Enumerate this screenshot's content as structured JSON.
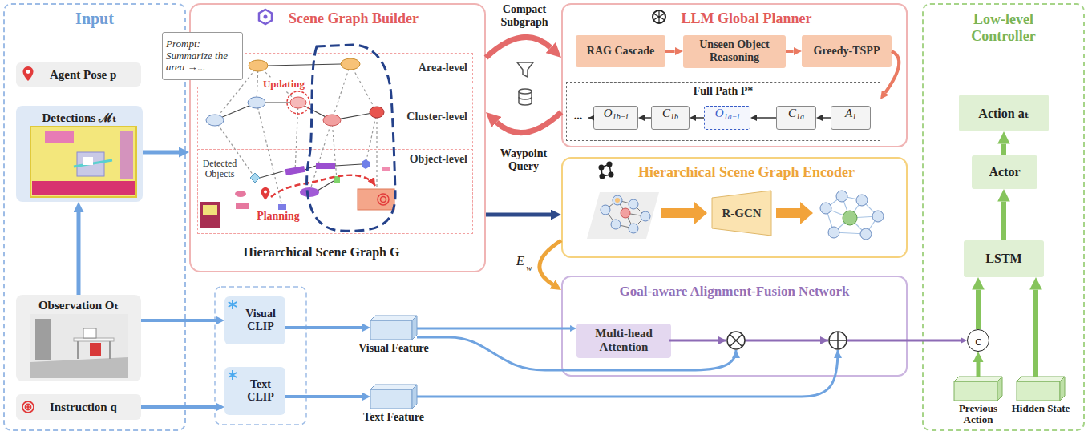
{
  "diagram": {
    "nodes": [
      {
        "text": [
          "Input"
        ]
      },
      {
        "text": [
          "Agent Pose p"
        ],
        "in": 0
      },
      {
        "text": [
          "Detections ℳₜ"
        ],
        "in": 0
      },
      {
        "text": [
          "Observation Oₜ"
        ],
        "in": 0
      },
      {
        "text": [
          "Instruction q"
        ],
        "in": 0
      },
      {
        "text": [
          "Scene Graph Builder"
        ]
      },
      {
        "text": [
          "Area-level"
        ],
        "in": 5
      },
      {
        "text": [
          "Cluster-level"
        ],
        "in": 5
      },
      {
        "text": [
          "Object-level"
        ],
        "in": 5
      },
      {
        "text": [
          "Prompt: Summarize the area →..."
        ]
      },
      {
        "text": [
          "LLM Global Planner"
        ]
      },
      {
        "text": [
          "RAG Cascade"
        ],
        "in": 10
      },
      {
        "text": [
          "Unseen Object Reasoning"
        ],
        "in": 10
      },
      {
        "text": [
          "Greedy-TSPP"
        ],
        "in": 10
      },
      {
        "text": [
          "Full Path P*"
        ],
        "in": 10
      },
      {
        "text": [
          "O",
          "1b−i"
        ],
        "in": 14
      },
      {
        "text": [
          "C",
          "1b"
        ],
        "in": 14
      },
      {
        "text": [
          "O",
          "1a−i"
        ],
        "in": 14
      },
      {
        "text": [
          "C",
          "1a"
        ],
        "in": 14
      },
      {
        "text": [
          "A",
          "1"
        ],
        "in": 14
      },
      {
        "text": [
          "Hierarchical Scene Graph Encoder"
        ]
      },
      {
        "text": [
          "R-GCN"
        ],
        "in": 20
      },
      {
        "text": [
          "Goal-aware Alignment-Fusion Network"
        ]
      },
      {
        "text": [
          "Multi-head Attention"
        ],
        "in": 22
      },
      {
        "text": [
          "Low-level Controller"
        ]
      },
      {
        "text": [
          "Action aₜ"
        ],
        "in": 24
      },
      {
        "text": [
          "Actor"
        ],
        "in": 24
      },
      {
        "text": [
          "LSTM"
        ],
        "in": 24
      },
      {
        "text": [
          "c"
        ],
        "in": 24
      },
      {
        "text": [
          "Previous Action"
        ],
        "in": 24
      },
      {
        "text": [
          "Hidden State"
        ],
        "in": 24
      },
      {
        "text": [
          "Visual CLIP"
        ]
      },
      {
        "text": [
          "Text CLIP"
        ]
      },
      {
        "text": [
          "Visual Feature"
        ]
      },
      {
        "text": [
          "Text Feature"
        ]
      }
    ],
    "edges": [
      {
        "from": 2,
        "to": 5,
        "arrow": "to"
      },
      {
        "from": 3,
        "to": 2,
        "arrow": "to"
      },
      {
        "from": 3,
        "to": 31,
        "arrow": "to"
      },
      {
        "from": 4,
        "to": 32,
        "arrow": "to"
      },
      {
        "from": 31,
        "to": 33,
        "arrow": "to"
      },
      {
        "from": 32,
        "to": 34,
        "arrow": "to"
      },
      {
        "from": 33,
        "to": 23,
        "arrow": "to"
      },
      {
        "from": 5,
        "to": 10,
        "label": "Compact Subgraph",
        "arrow": "to"
      },
      {
        "from": 10,
        "to": 5,
        "label": "Waypoint Query",
        "arrow": "to"
      },
      {
        "from": 11,
        "to": 12,
        "arrow": "to"
      },
      {
        "from": 12,
        "to": 13,
        "arrow": "to"
      },
      {
        "from": 13,
        "to": 14,
        "arrow": "to"
      },
      {
        "from": 19,
        "to": 18,
        "arrow": "to"
      },
      {
        "from": 18,
        "to": 17,
        "arrow": "to"
      },
      {
        "from": 17,
        "to": 16,
        "arrow": "to"
      },
      {
        "from": 16,
        "to": 15,
        "arrow": "to"
      },
      {
        "from": 5,
        "to": 20,
        "arrow": "to"
      },
      {
        "from": 20,
        "to": 22,
        "arrow": "to"
      },
      {
        "from": 22,
        "to": 28,
        "arrow": "to"
      },
      {
        "from": 29,
        "to": 28,
        "arrow": "to"
      },
      {
        "from": 28,
        "to": 27,
        "arrow": "to"
      },
      {
        "from": 30,
        "to": 27,
        "arrow": "to"
      },
      {
        "from": 27,
        "to": 26,
        "arrow": "to"
      },
      {
        "from": 26,
        "to": 25,
        "arrow": "to"
      }
    ],
    "labels": [
      "Updating",
      "Planning",
      "Detected Objects",
      "Hierarchical Scene Graph G",
      "...",
      "E",
      "w"
    ]
  }
}
